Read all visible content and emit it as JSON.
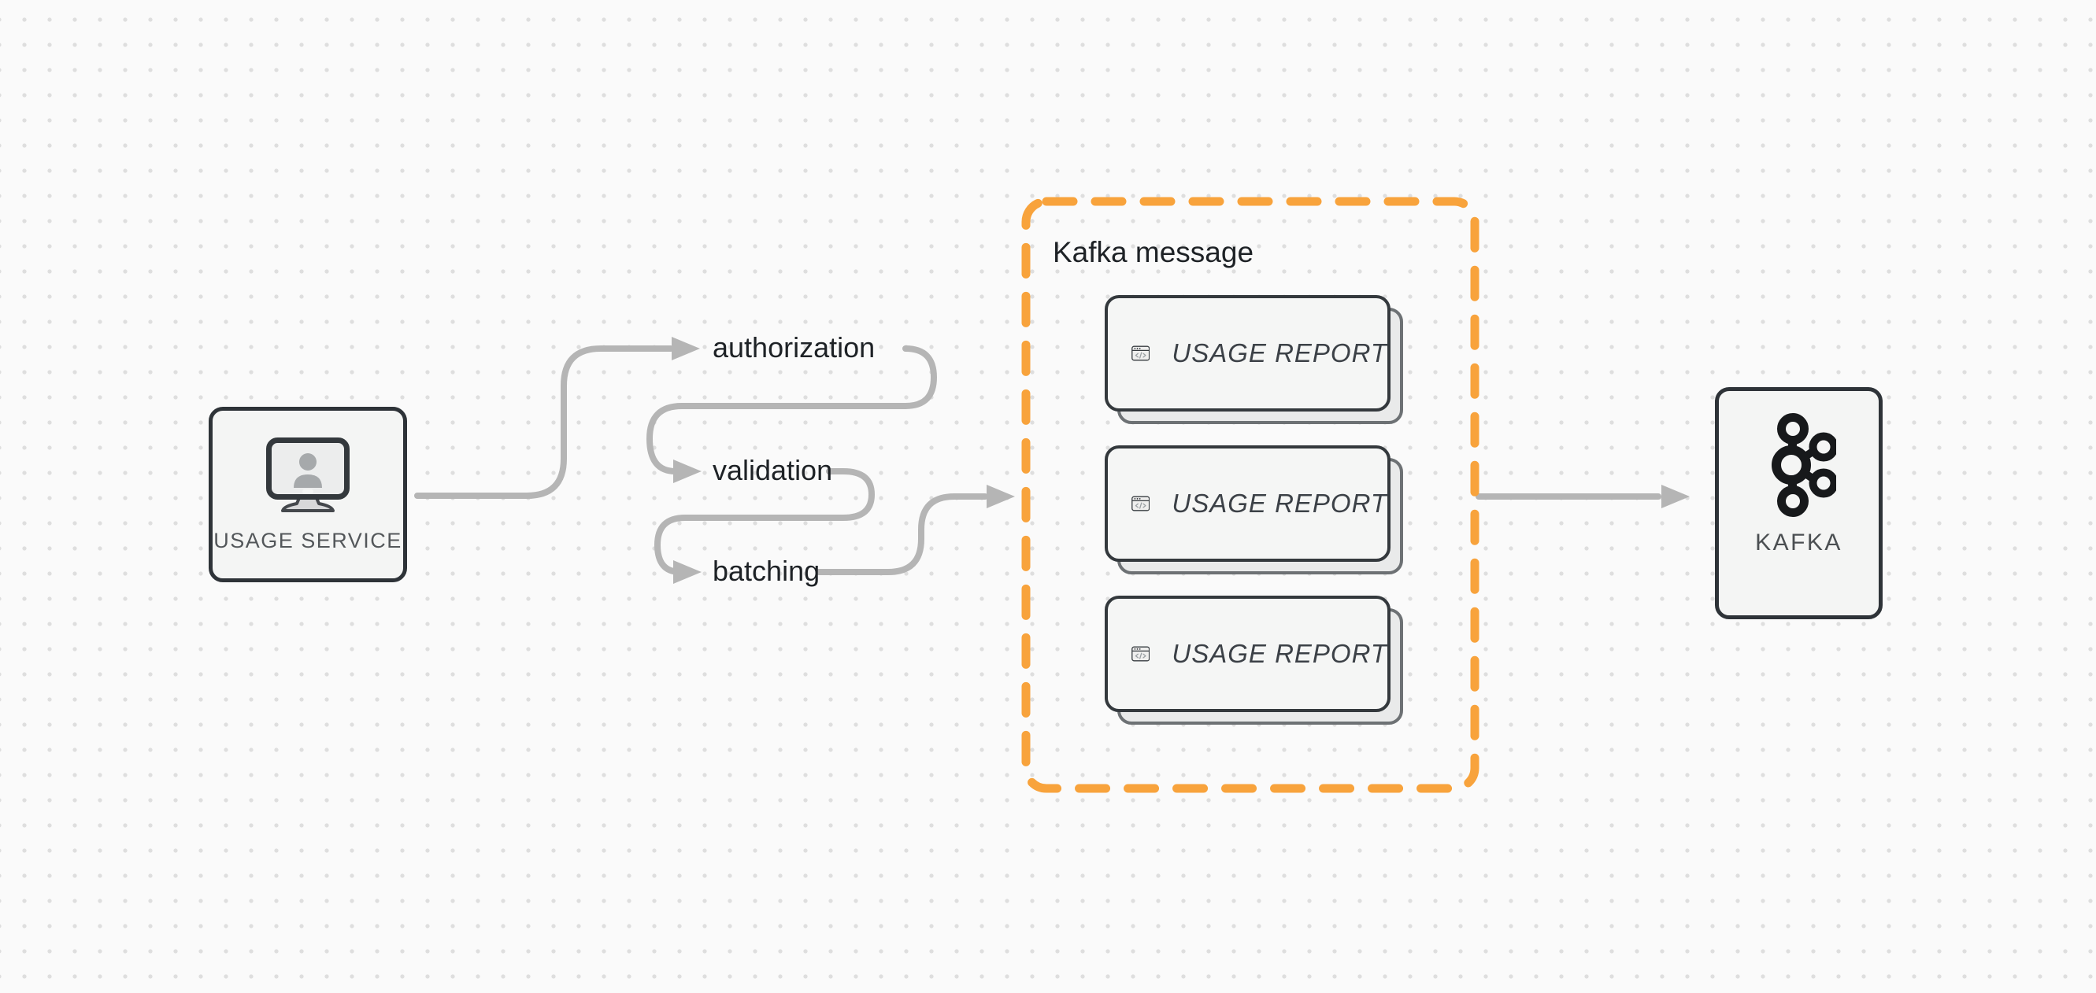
{
  "colors": {
    "background": "#fafafa",
    "grid_dot": "#dedede",
    "connector_gray": "#b5b5b5",
    "accent_orange": "#f8a33c",
    "node_border": "#2e3338",
    "node_fill": "#f4f5f4",
    "label_dark": "#1e2226",
    "label_muted": "#53575a"
  },
  "nodes": {
    "usage_service": {
      "label": "USAGE SERVICE",
      "icon": "monitor-user-icon"
    },
    "kafka": {
      "label": "KAFKA",
      "icon": "kafka-logo-icon"
    }
  },
  "pipeline": {
    "steps": [
      {
        "label": "authorization"
      },
      {
        "label": "validation"
      },
      {
        "label": "batching"
      }
    ]
  },
  "kafka_message_group": {
    "title": "Kafka message",
    "cards": [
      {
        "label": "USAGE REPORT",
        "icon": "code-window-icon"
      },
      {
        "label": "USAGE REPORT",
        "icon": "code-window-icon"
      },
      {
        "label": "USAGE REPORT",
        "icon": "code-window-icon"
      }
    ]
  }
}
